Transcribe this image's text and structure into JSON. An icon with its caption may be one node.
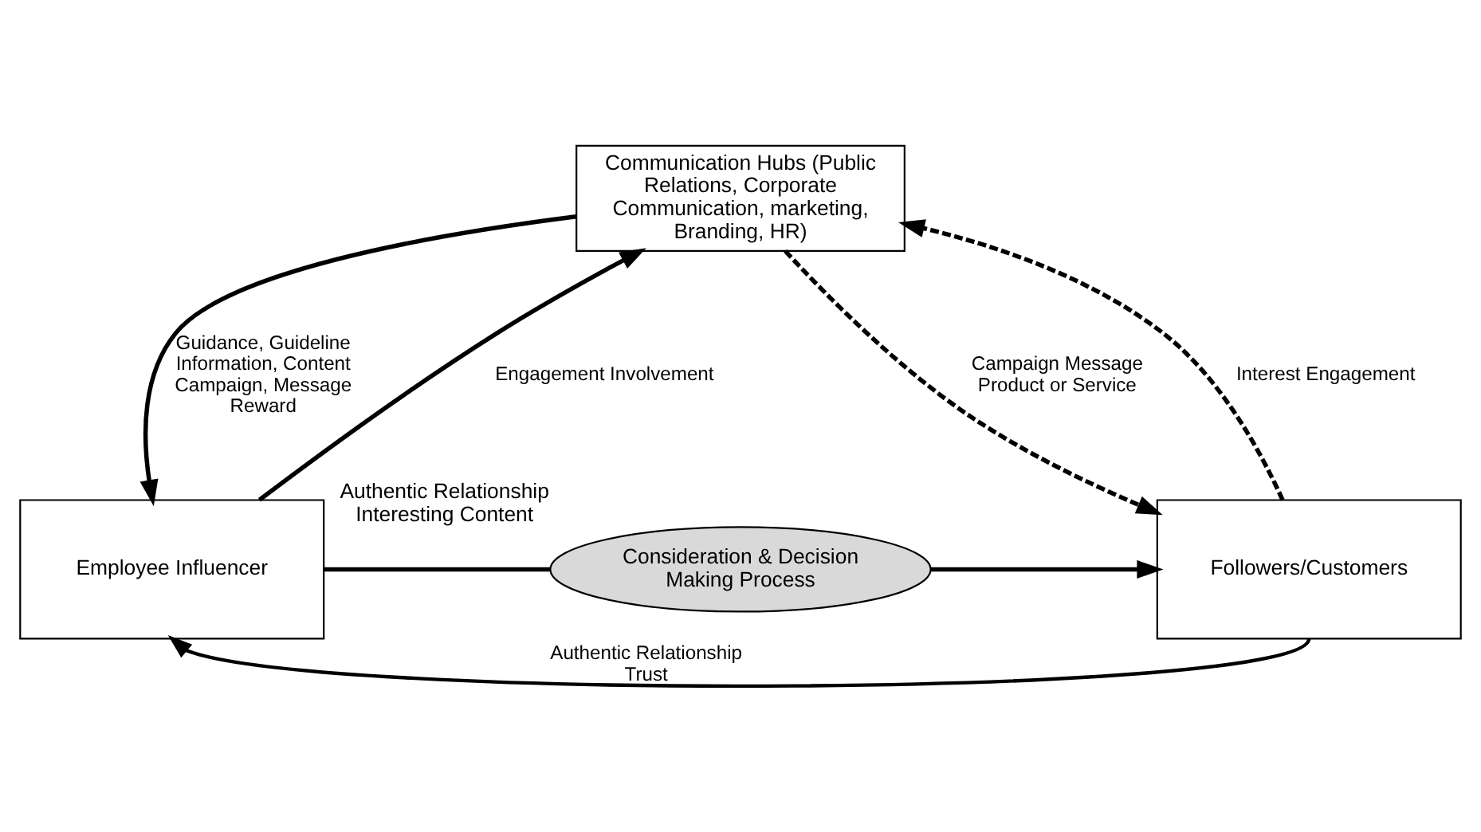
{
  "diagram": {
    "nodes": [
      {
        "text": [
          "Communication Hubs (Public Relations, Corporate Communication, marketing, Branding, HR)"
        ]
      },
      {
        "text": [
          "Employee Influencer"
        ]
      },
      {
        "text": [
          "Consideration & Decision Making Process"
        ],
        "beside": [
          "Authentic Relationship Interesting Content"
        ]
      },
      {
        "text": [
          "Followers/Customers"
        ]
      }
    ],
    "edges": [
      {
        "from": 1,
        "to": 0,
        "arrow": "to",
        "label": "Engagement Involvement"
      },
      {
        "from": 0,
        "to": 1,
        "arrow": "to",
        "label": "Guidance, Guideline Information, Content Campaign, Message Reward"
      },
      {
        "from": 0,
        "to": 3,
        "arrow": "to",
        "label": "Campaign Message Product or Service",
        "style": "dashed"
      },
      {
        "from": 3,
        "to": 0,
        "arrow": "to",
        "label": "Interest Engagement",
        "style": "dashed"
      },
      {
        "from": 1,
        "to": 2,
        "arrow": "none"
      },
      {
        "from": 2,
        "to": 3,
        "arrow": "to"
      },
      {
        "from": 3,
        "to": 1,
        "arrow": "to",
        "label": "Authentic Relationship Trust"
      }
    ]
  }
}
